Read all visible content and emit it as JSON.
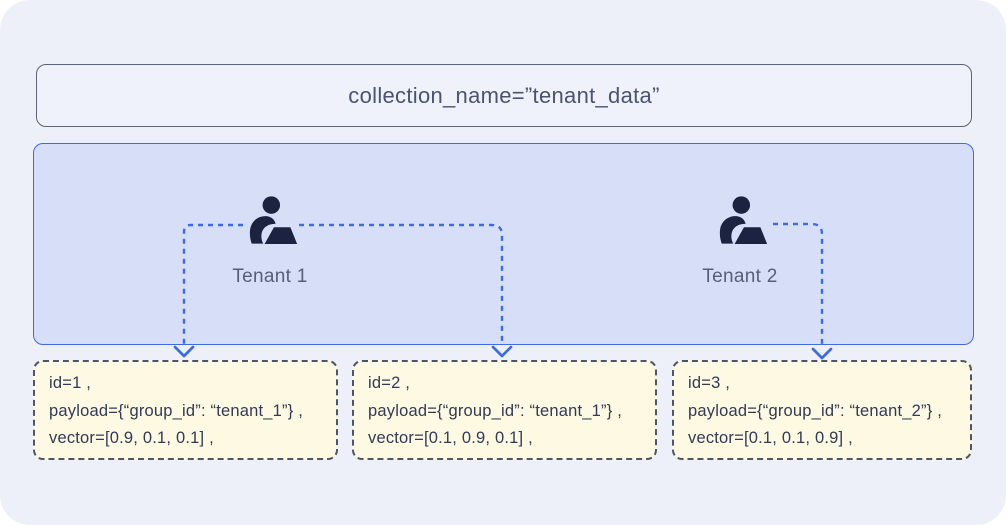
{
  "title": "Multitenancy collection diagram",
  "colors": {
    "outer_fill": "#edf0f9",
    "banner_fill": "#eff2fa",
    "banner_border": "#5a6379",
    "banner_text": "#4a5370",
    "panel_fill": "#d7def8",
    "accent_blue": "#3d6ce2",
    "tenant_label": "#565f78",
    "icon_ink": "#1b2340",
    "card_fill": "#fdf9e3",
    "card_border": "#4d5568",
    "card_text": "#323a55"
  },
  "banner": {
    "label": "collection_name=”tenant_data”"
  },
  "tenants": [
    {
      "label": "Tenant 1",
      "icon": "person-at-laptop-icon"
    },
    {
      "label": "Tenant 2",
      "icon": "person-at-laptop-icon"
    }
  ],
  "cards": [
    {
      "lines": [
        "id=1 ,",
        "payload={“group_id”: “tenant_1”} ,",
        "vector=[0.9, 0.1, 0.1] ,"
      ]
    },
    {
      "lines": [
        "id=2 ,",
        "payload={“group_id”: “tenant_1”} ,",
        "vector=[0.1, 0.9, 0.1] ,"
      ]
    },
    {
      "lines": [
        "id=3 ,",
        "payload={“group_id”: “tenant_2”} ,",
        "vector=[0.1, 0.1, 0.9] ,"
      ]
    }
  ]
}
